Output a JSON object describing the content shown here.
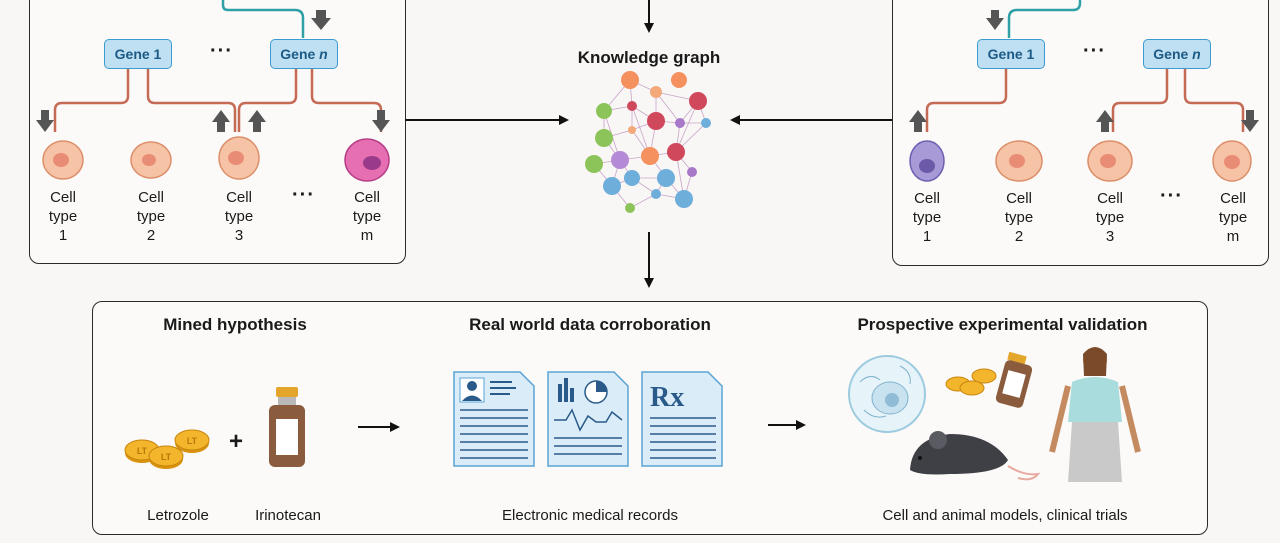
{
  "knowledge_graph": {
    "title": "Knowledge graph"
  },
  "left_panel": {
    "genes": [
      {
        "prefix": "Gene ",
        "index": "1"
      },
      {
        "prefix": "Gene ",
        "index": "n"
      }
    ],
    "ellipsis": "···",
    "cells": [
      {
        "line1": "Cell",
        "line2": "type",
        "line3": "1",
        "arrow": "down"
      },
      {
        "line1": "Cell",
        "line2": "type",
        "line3": "2",
        "arrow": "none"
      },
      {
        "line1": "Cell",
        "line2": "type",
        "line3": "3",
        "arrow": "up"
      },
      {
        "line1": "Cell",
        "line2": "type",
        "line3": "m",
        "arrow": "down"
      }
    ]
  },
  "right_panel": {
    "genes": [
      {
        "prefix": "Gene ",
        "index": "1"
      },
      {
        "prefix": "Gene ",
        "index": "n"
      }
    ],
    "ellipsis": "···",
    "cells": [
      {
        "line1": "Cell",
        "line2": "type",
        "line3": "1",
        "arrow": "up"
      },
      {
        "line1": "Cell",
        "line2": "type",
        "line3": "2",
        "arrow": "none"
      },
      {
        "line1": "Cell",
        "line2": "type",
        "line3": "3",
        "arrow": "up"
      },
      {
        "line1": "Cell",
        "line2": "type",
        "line3": "m",
        "arrow": "down"
      }
    ]
  },
  "bottom_panel": {
    "sections": [
      {
        "title": "Mined hypothesis",
        "captions": [
          "Letrozole",
          "Irinotecan"
        ]
      },
      {
        "title": "Real world data corroboration",
        "captions": [
          "Electronic medical records"
        ]
      },
      {
        "title": "Prospective experimental validation",
        "captions": [
          "Cell and animal models, clinical trials"
        ]
      }
    ],
    "plus": "+",
    "pill_text": "LT",
    "rx_text": "Rx"
  },
  "colors": {
    "gene_fill": "#bfe0f2",
    "gene_border": "#3c9bcf",
    "connector_red": "#c56a55",
    "connector_teal": "#2ea0a6",
    "cell_peach": "#f6c3a6",
    "cell_pink": "#e56fb1",
    "cell_purple": "#a79ad6",
    "arrow_gray": "#555555"
  }
}
